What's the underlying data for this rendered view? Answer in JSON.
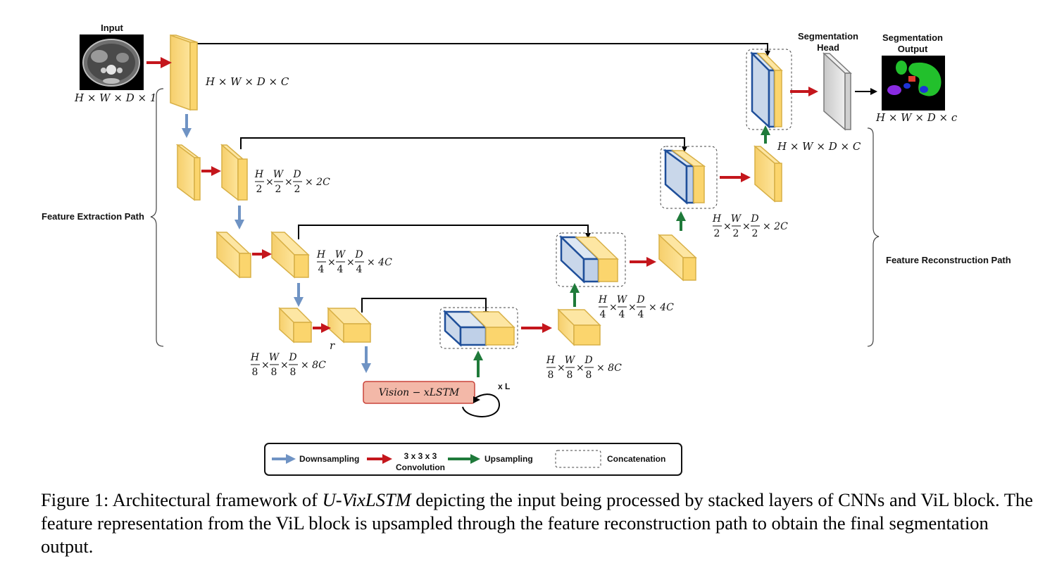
{
  "labels": {
    "input": "Input",
    "seg_head_line1": "Segmentation",
    "seg_head_line2": "Head",
    "seg_out_line1": "Segmentation",
    "seg_out_line2": "Output",
    "feature_extraction": "Feature Extraction Path",
    "feature_reconstruction": "Feature Reconstruction Path",
    "vision_block": "Vision − xLSTM",
    "repeat": "x L",
    "r": "r"
  },
  "dims": {
    "input": "H × W × D × 1",
    "enc1": "H × W × D × C",
    "output": "H × W × D × c",
    "dec1": "H × W × D × C"
  },
  "fractions": {
    "enc2": {
      "num": [
        "H",
        "W",
        "D"
      ],
      "den": "2",
      "tail": "× 2C"
    },
    "enc3": {
      "num": [
        "H",
        "W",
        "D"
      ],
      "den": "4",
      "tail": "× 4C"
    },
    "enc4": {
      "num": [
        "H",
        "W",
        "D"
      ],
      "den": "8",
      "tail": "× 8C"
    },
    "dec4": {
      "num": [
        "H",
        "W",
        "D"
      ],
      "den": "8",
      "tail": "× 8C"
    },
    "dec3": {
      "num": [
        "H",
        "W",
        "D"
      ],
      "den": "4",
      "tail": "× 4C"
    },
    "dec2": {
      "num": [
        "H",
        "W",
        "D"
      ],
      "den": "2",
      "tail": "× 2C"
    }
  },
  "legend": {
    "downsampling": "Downsampling",
    "conv_line1": "3 x 3 x 3",
    "conv_line2": "Convolution",
    "upsampling": "Upsampling",
    "concatenation": "Concatenation"
  },
  "caption": {
    "prefix": "Figure 1: Architectural framework of ",
    "model": "U-VixLSTM",
    "suffix": " depicting the input being processed by stacked layers of CNNs and ViL block. The feature representation from the ViL block is upsampled through the feature reconstruction path to obtain the final segmentation output."
  },
  "colors": {
    "down_arrow": "#6f93c4",
    "conv_arrow": "#c4161c",
    "up_arrow": "#1f7a3a",
    "block_fill": "#fbd77a",
    "block_stroke": "#d8b046",
    "blue_fill": "#c9d7ea",
    "blue_stroke": "#1f4f9a",
    "vision_fill": "#f3b8a8",
    "vision_stroke": "#c9443a",
    "head_fill": "#d9d9d9"
  }
}
